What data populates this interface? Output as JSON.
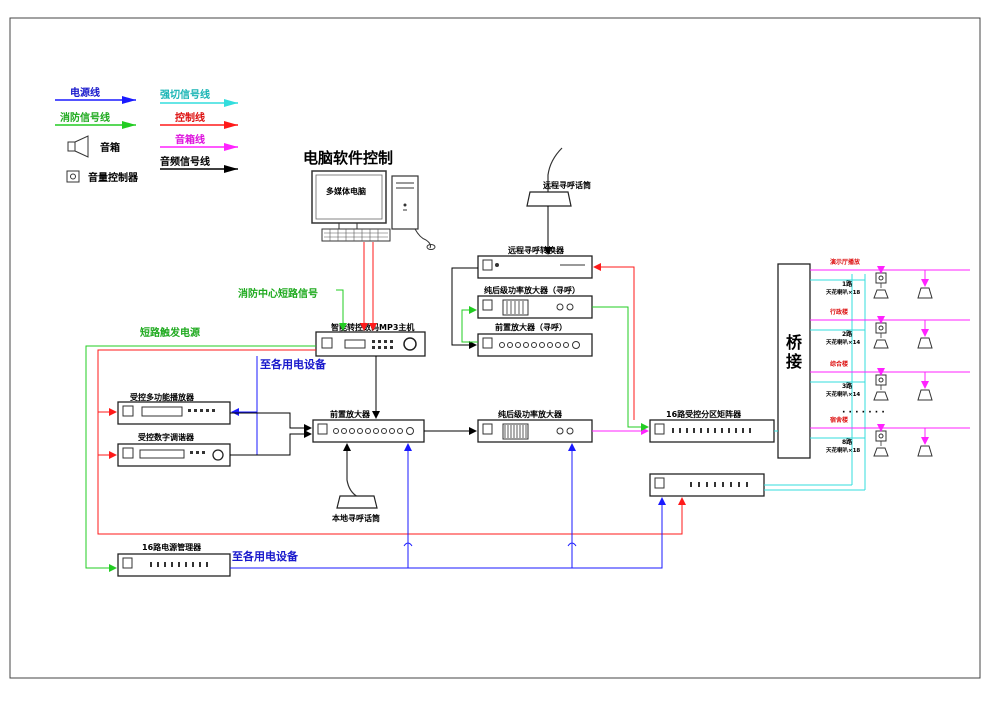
{
  "legend": {
    "power": "电源线",
    "fire": "消防信号线",
    "speaker": "音箱",
    "volume": "音量控制器",
    "broadcast": "强切信号线",
    "control": "控制线",
    "speaker_line": "音箱线",
    "audio": "音频信号线"
  },
  "labels": {
    "pc_title": "电脑软件控制",
    "pc": "多媒体电脑",
    "fire_signal": "消防中心短路信号",
    "short_trigger": "短路触发电源",
    "to_devices_1": "至各用电设备",
    "to_devices_2": "至各用电设备",
    "host": "智能转控数码MP3主机",
    "multi_player": "受控多功能播放器",
    "tuner": "受控数字调谐器",
    "preamp": "前置放大器",
    "local_mic": "本地寻呼话筒",
    "power_amp": "纯后级功率放大器",
    "remote_mic": "远程寻呼话筒",
    "remote_pager": "远程寻呼转换器",
    "pager_power_amp": "纯后级功率放大器（寻呼）",
    "pager_preamp": "前置放大器（寻呼）",
    "matrix": "16路受控分区矩阵器",
    "bridge": "桥接",
    "power_manager": "16路电源管理器",
    "zone_dots": "· · · · · · ·"
  },
  "zones": [
    {
      "name": "演示厅播放",
      "route": "1路",
      "count": "天花喇叭×18"
    },
    {
      "name": "行政楼",
      "route": "2路",
      "count": "天花喇叭×14"
    },
    {
      "name": "综合楼",
      "route": "3路",
      "count": "天花喇叭×14"
    },
    {
      "name": "宿舍楼",
      "route": "8路",
      "count": "天花喇叭×18"
    }
  ],
  "colors": {
    "power": "#1a1aff",
    "fire": "#22cc22",
    "broadcast": "#33dddd",
    "control": "#ff1a1a",
    "speaker_line": "#ff22ff",
    "audio": "#000000",
    "fire_text": "#1faa1f",
    "power_text": "#1a1acc",
    "broadcast_text": "#1ab5b5",
    "control_text": "#dd1111",
    "speaker_text": "#dd11dd"
  },
  "icons": [
    "speaker-icon",
    "volume-knob-icon",
    "microphone-icon",
    "computer-icon"
  ]
}
